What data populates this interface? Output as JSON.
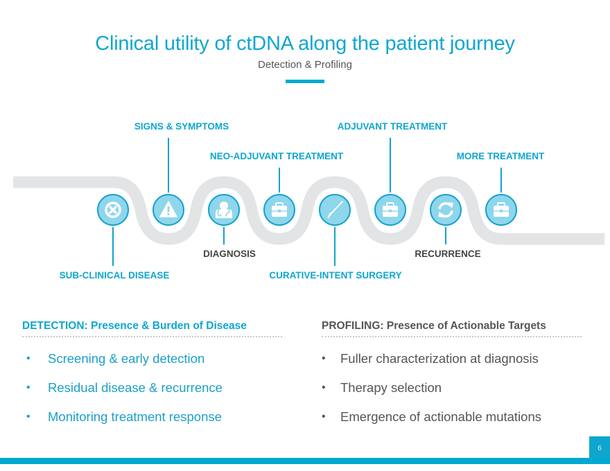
{
  "header": {
    "title": "Clinical utility of ctDNA along the patient journey",
    "subtitle": "Detection & Profiling"
  },
  "colors": {
    "accent": "#00a9d2",
    "path": "#e3e4e6",
    "node_fill": "#8ed6ec",
    "node_border": "#14a2cb",
    "dark_text": "#555555"
  },
  "journey": {
    "nodes": [
      {
        "label": "SUB-CLINICAL DISEASE",
        "position": "below",
        "style": "blue",
        "icon": "x-circle-icon"
      },
      {
        "label": "SIGNS & SYMPTOMS",
        "position": "above",
        "style": "blue",
        "icon": "warning-icon"
      },
      {
        "label": "DIAGNOSIS",
        "position": "below",
        "style": "dark",
        "icon": "doctor-icon"
      },
      {
        "label": "NEO-ADJUVANT TREATMENT",
        "position": "above",
        "style": "blue",
        "icon": "briefcase-icon"
      },
      {
        "label": "CURATIVE-INTENT SURGERY",
        "position": "below",
        "style": "blue",
        "icon": "scalpel-icon"
      },
      {
        "label": "ADJUVANT TREATMENT",
        "position": "above",
        "style": "blue",
        "icon": "briefcase-icon"
      },
      {
        "label": "RECURRENCE",
        "position": "below",
        "style": "dark",
        "icon": "refresh-icon"
      },
      {
        "label": "MORE TREATMENT",
        "position": "above",
        "style": "blue",
        "icon": "briefcase-icon"
      }
    ]
  },
  "detection": {
    "heading": "DETECTION: Presence & Burden of Disease",
    "bullet": "•",
    "items": [
      "Screening & early detection",
      "Residual disease & recurrence",
      "Monitoring treatment response"
    ]
  },
  "profiling": {
    "heading": "PROFILING: Presence of Actionable Targets",
    "bullet": "•",
    "items": [
      "Fuller characterization at diagnosis",
      "Therapy selection",
      "Emergence of actionable mutations"
    ]
  },
  "footer": {
    "page_number": "6"
  }
}
